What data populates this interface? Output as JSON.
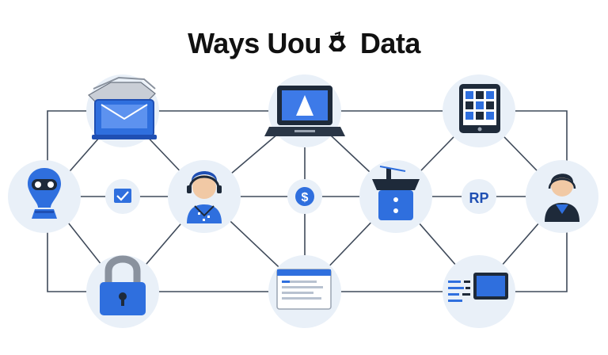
{
  "title": {
    "part1": "Ways Uou",
    "part2": "Data"
  },
  "colors": {
    "accent": "#2f6fde",
    "accent_dark": "#1f4fb3",
    "node_bg": "#e9f0f8",
    "line": "#3f4a5a",
    "dark": "#1e2a3a"
  },
  "nodes": [
    {
      "id": "email",
      "icon": "laptop-mail-stack-icon"
    },
    {
      "id": "laptop",
      "icon": "laptop-user-icon"
    },
    {
      "id": "tablet",
      "icon": "tablet-apps-icon"
    },
    {
      "id": "robot",
      "icon": "robot-bulb-icon"
    },
    {
      "id": "mail",
      "icon": "mail-check-icon"
    },
    {
      "id": "agent",
      "icon": "support-agent-icon"
    },
    {
      "id": "money",
      "icon": "dollar-icon"
    },
    {
      "id": "ship",
      "icon": "cargo-ship-icon"
    },
    {
      "id": "rp",
      "icon": "rp-label-icon",
      "label": "RP"
    },
    {
      "id": "person",
      "icon": "person-icon"
    },
    {
      "id": "lock",
      "icon": "padlock-icon"
    },
    {
      "id": "doc",
      "icon": "document-list-icon"
    },
    {
      "id": "device",
      "icon": "tablet-list-icon"
    }
  ]
}
